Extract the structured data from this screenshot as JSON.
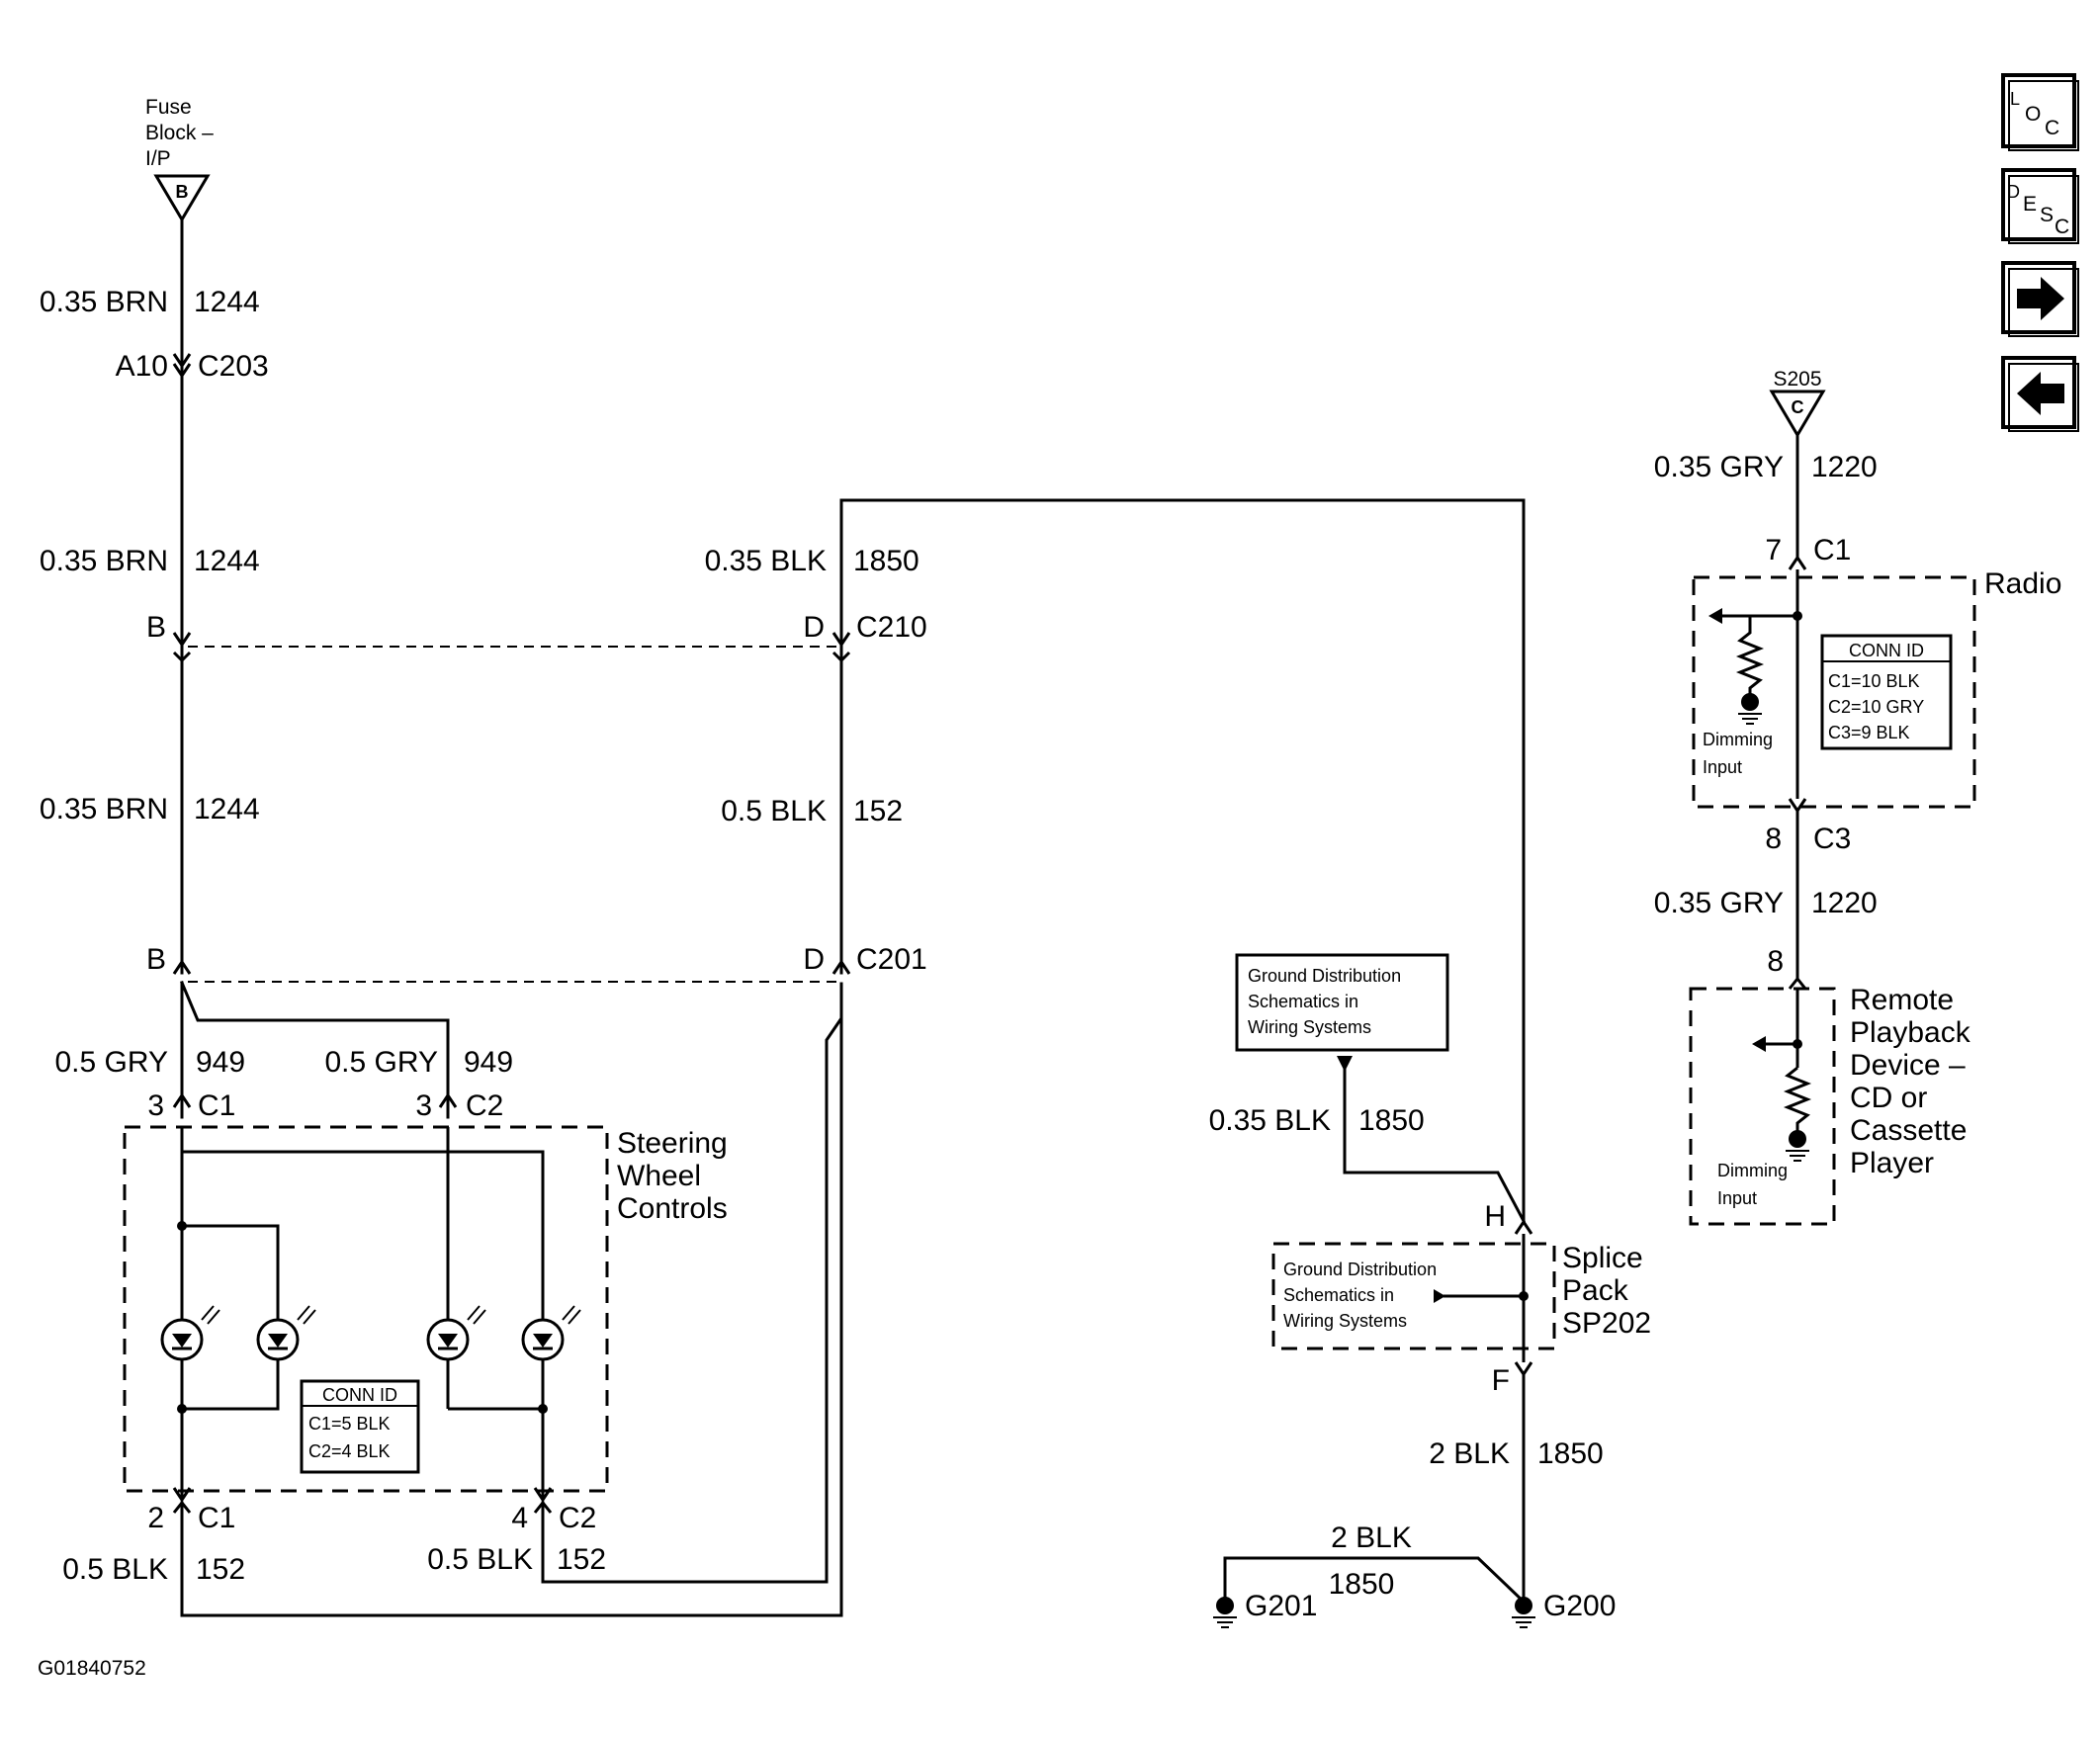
{
  "fuse_block": {
    "line1": "Fuse",
    "line2": "Block –",
    "line3": "I/P",
    "terminal": "B"
  },
  "s205": {
    "label": "S205",
    "terminal": "C"
  },
  "nav": {
    "loc": {
      "a": "L",
      "b": "O",
      "c": "C"
    },
    "desc": {
      "a": "D",
      "b": "E",
      "c": "S",
      "d": "C"
    }
  },
  "wires": {
    "w1_gauge": "0.35 BRN",
    "w1_circuit": "1244",
    "a10": "A10",
    "c203": "C203",
    "w2_gauge": "0.35 BRN",
    "w2_circuit": "1244",
    "blk1850_gauge": "0.35 BLK",
    "blk1850_circuit": "1850",
    "b_c210": "B",
    "d_c210": "D",
    "c210": "C210",
    "w3_gauge": "0.35 BRN",
    "w3_circuit": "1244",
    "blk152_gauge": "0.5 BLK",
    "blk152_circuit": "152",
    "b_c201": "B",
    "d_c201": "D",
    "c201": "C201",
    "gry1_gauge": "0.5 GRY",
    "gry1_circuit": "949",
    "gry2_gauge": "0.5 GRY",
    "gry2_circuit": "949",
    "sw_c1_pin_top": "3",
    "sw_c1_top": "C1",
    "sw_c2_pin_top": "3",
    "sw_c2_top": "C2",
    "sw_c1_pin_bot": "2",
    "sw_c1_bot": "C1",
    "sw_c2_pin_bot": "4",
    "sw_c2_bot": "C2",
    "blk_bot1_gauge": "0.5 BLK",
    "blk_bot1_circuit": "152",
    "blk_bot2_gauge": "0.5 BLK",
    "blk_bot2_circuit": "152",
    "gry_r1_gauge": "0.35 GRY",
    "gry_r1_circuit": "1220",
    "radio_pin7": "7",
    "radio_c1": "C1",
    "radio_pin8": "8",
    "radio_c3": "C3",
    "gry_r2_gauge": "0.35 GRY",
    "gry_r2_circuit": "1220",
    "remote_pin8": "8",
    "gnd_blk_gauge": "0.35 BLK",
    "gnd_blk_circuit": "1850",
    "sp_h": "H",
    "sp_f": "F",
    "blk2_gauge": "2 BLK",
    "blk2_circuit": "1850",
    "g201_gauge": "2 BLK",
    "g201_circuit": "1850"
  },
  "components": {
    "steering": {
      "line1": "Steering",
      "line2": "Wheel",
      "line3": "Controls"
    },
    "steering_conn": {
      "title": "CONN ID",
      "c1": "C1=5 BLK",
      "c2": "C2=4 BLK"
    },
    "radio": {
      "name": "Radio",
      "dim1": "Dimming",
      "dim2": "Input"
    },
    "radio_conn": {
      "title": "CONN ID",
      "c1": "C1=10 BLK",
      "c2": "C2=10 GRY",
      "c3": "C3=9 BLK"
    },
    "remote": {
      "line1": "Remote",
      "line2": "Playback",
      "line3": "Device –",
      "line4": "CD or",
      "line5": "Cassette",
      "line6": "Player",
      "dim1": "Dimming",
      "dim2": "Input"
    },
    "gnd_ref": {
      "line1": "Ground Distribution",
      "line2": "Schematics in",
      "line3": "Wiring Systems"
    },
    "splice": {
      "line1": "Splice",
      "line2": "Pack",
      "line3": "SP202",
      "ref1": "Ground Distribution",
      "ref2": "Schematics in",
      "ref3": "Wiring Systems"
    },
    "g201": "G201",
    "g200": "G200"
  },
  "figure_id": "G01840752"
}
